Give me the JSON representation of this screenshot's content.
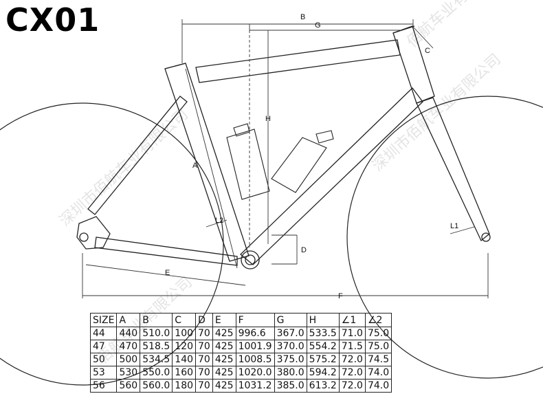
{
  "title": "CX01",
  "dimension_labels": {
    "A": "A",
    "B": "B",
    "C": "C",
    "D": "D",
    "E": "E",
    "F": "F",
    "G": "G",
    "H": "H",
    "L1": "L1",
    "L2": "L2"
  },
  "watermark": [
    "深圳市佰航车业有限公司",
    "佰航车业有限公司",
    "深圳市佰航车业有限公司",
    "佰航车业有限公司"
  ],
  "table": {
    "headers": [
      "SIZE",
      "A",
      "B",
      "C",
      "D",
      "E",
      "F",
      "G",
      "H",
      "∠1",
      "∠2"
    ],
    "rows": [
      [
        "44",
        "440",
        "510.0",
        "100",
        "70",
        "425",
        "996.6",
        "367.0",
        "533.5",
        "71.0",
        "75.0"
      ],
      [
        "47",
        "470",
        "518.5",
        "120",
        "70",
        "425",
        "1001.9",
        "370.0",
        "554.2",
        "71.5",
        "75.0"
      ],
      [
        "50",
        "500",
        "534.5",
        "140",
        "70",
        "425",
        "1008.5",
        "375.0",
        "575.2",
        "72.0",
        "74.5"
      ],
      [
        "53",
        "530",
        "550.0",
        "160",
        "70",
        "425",
        "1020.0",
        "380.0",
        "594.2",
        "72.0",
        "74.0"
      ],
      [
        "56",
        "560",
        "560.0",
        "180",
        "70",
        "425",
        "1031.2",
        "385.0",
        "613.2",
        "72.0",
        "74.0"
      ]
    ]
  }
}
